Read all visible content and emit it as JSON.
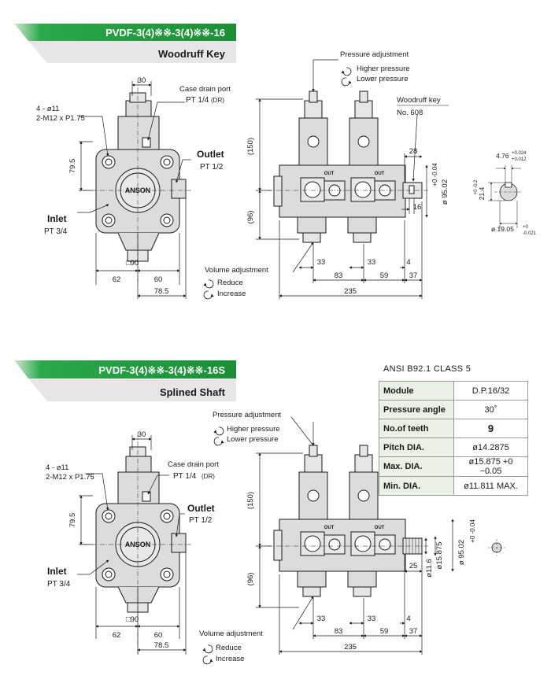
{
  "section1": {
    "model": "PVDF-3(4)※※-3(4)※※-16",
    "subtitle": "Woodruff Key",
    "labels": {
      "mount_holes": "4 - ø11",
      "mount_thread": "2-M12 x P1.75",
      "case_drain": "Case drain port",
      "case_drain_spec": "PT 1/4",
      "case_drain_dr": "(DR)",
      "outlet": "Outlet",
      "outlet_spec": "PT 1/2",
      "inlet": "Inlet",
      "inlet_spec": "PT 3/4",
      "brand": "ANSON",
      "pressure_adjustment": "Pressure adjustment",
      "higher_pressure": "Higher pressure",
      "lower_pressure": "Lower pressure",
      "volume_adjustment": "Volume adjustment",
      "reduce": "Reduce",
      "increase": "Increase",
      "woodruff_key": "Woodruff key",
      "woodruff_no": "No. 608",
      "out1": "OUT",
      "out2": "OUT"
    },
    "dims": {
      "d30": "30",
      "d795": "79.5",
      "d90": "□90",
      "d62": "62",
      "d60": "60",
      "d785": "78.5",
      "d150": "(150)",
      "d96": "(96)",
      "d28": "28",
      "d16": "16",
      "d9502": "ø 95.02",
      "d9502_tol": "+0  -0.04",
      "d33a": "33",
      "d33b": "33",
      "d4": "4",
      "d83": "83",
      "d59": "59",
      "d37": "37",
      "d235": "235",
      "key_w": "4.76",
      "key_w_tol_up": "+0.024",
      "key_w_tol_lo": "+0.012",
      "key_h": "21.4",
      "key_h_tol": "+0  -0.2",
      "shaft": "ø 19.05",
      "shaft_tol_up": "+0",
      "shaft_tol_lo": "-0.021"
    }
  },
  "section2": {
    "model": "PVDF-3(4)※※-3(4)※※-16S",
    "subtitle": "Splined Shaft",
    "labels": {
      "mount_holes": "4 - ø11",
      "mount_thread": "2-M12 x P1.75",
      "case_drain": "Case drain port",
      "case_drain_spec": "PT 1/4",
      "case_drain_dr": "(DR)",
      "outlet": "Outlet",
      "outlet_spec": "PT 1/2",
      "inlet": "Inlet",
      "inlet_spec": "PT 3/4",
      "brand": "ANSON",
      "pressure_adjustment": "Pressure adjustment",
      "higher_pressure": "Higher pressure",
      "lower_pressure": "Lower pressure",
      "volume_adjustment": "Volume adjustment",
      "reduce": "Reduce",
      "increase": "Increase",
      "out1": "OUT",
      "out2": "OUT"
    },
    "dims": {
      "d30": "30",
      "d795": "79.5",
      "d90": "□90",
      "d62": "62",
      "d60": "60",
      "d785": "78.5",
      "d150": "(150)",
      "d96": "(96)",
      "d25": "25",
      "d116": "ø11.6",
      "d15875": "ø15.875",
      "d9502": "ø 95.02",
      "d9502_tol": "+0  -0.04",
      "d33a": "33",
      "d33b": "33",
      "d4": "4",
      "d83": "83",
      "d59": "59",
      "d37": "37",
      "d235": "235"
    },
    "spec_table": {
      "caption": "ANSI B92.1 CLASS 5",
      "rows": [
        {
          "key": "Module",
          "value": "D.P.16/32"
        },
        {
          "key": "Pressure angle",
          "value": "30˚"
        },
        {
          "key": "No.of teeth",
          "value": "9"
        },
        {
          "key": "Pitch DIA.",
          "value": "ø14.2875"
        },
        {
          "key": "Max. DIA.",
          "value": "ø15.875 +0 −0.05"
        },
        {
          "key": "Min. DIA.",
          "value": "ø11.811 MAX."
        }
      ]
    }
  },
  "colors": {
    "header_green": "#1e9a3a",
    "body_fill": "#dcdcdc",
    "line": "#1a1a1a"
  }
}
